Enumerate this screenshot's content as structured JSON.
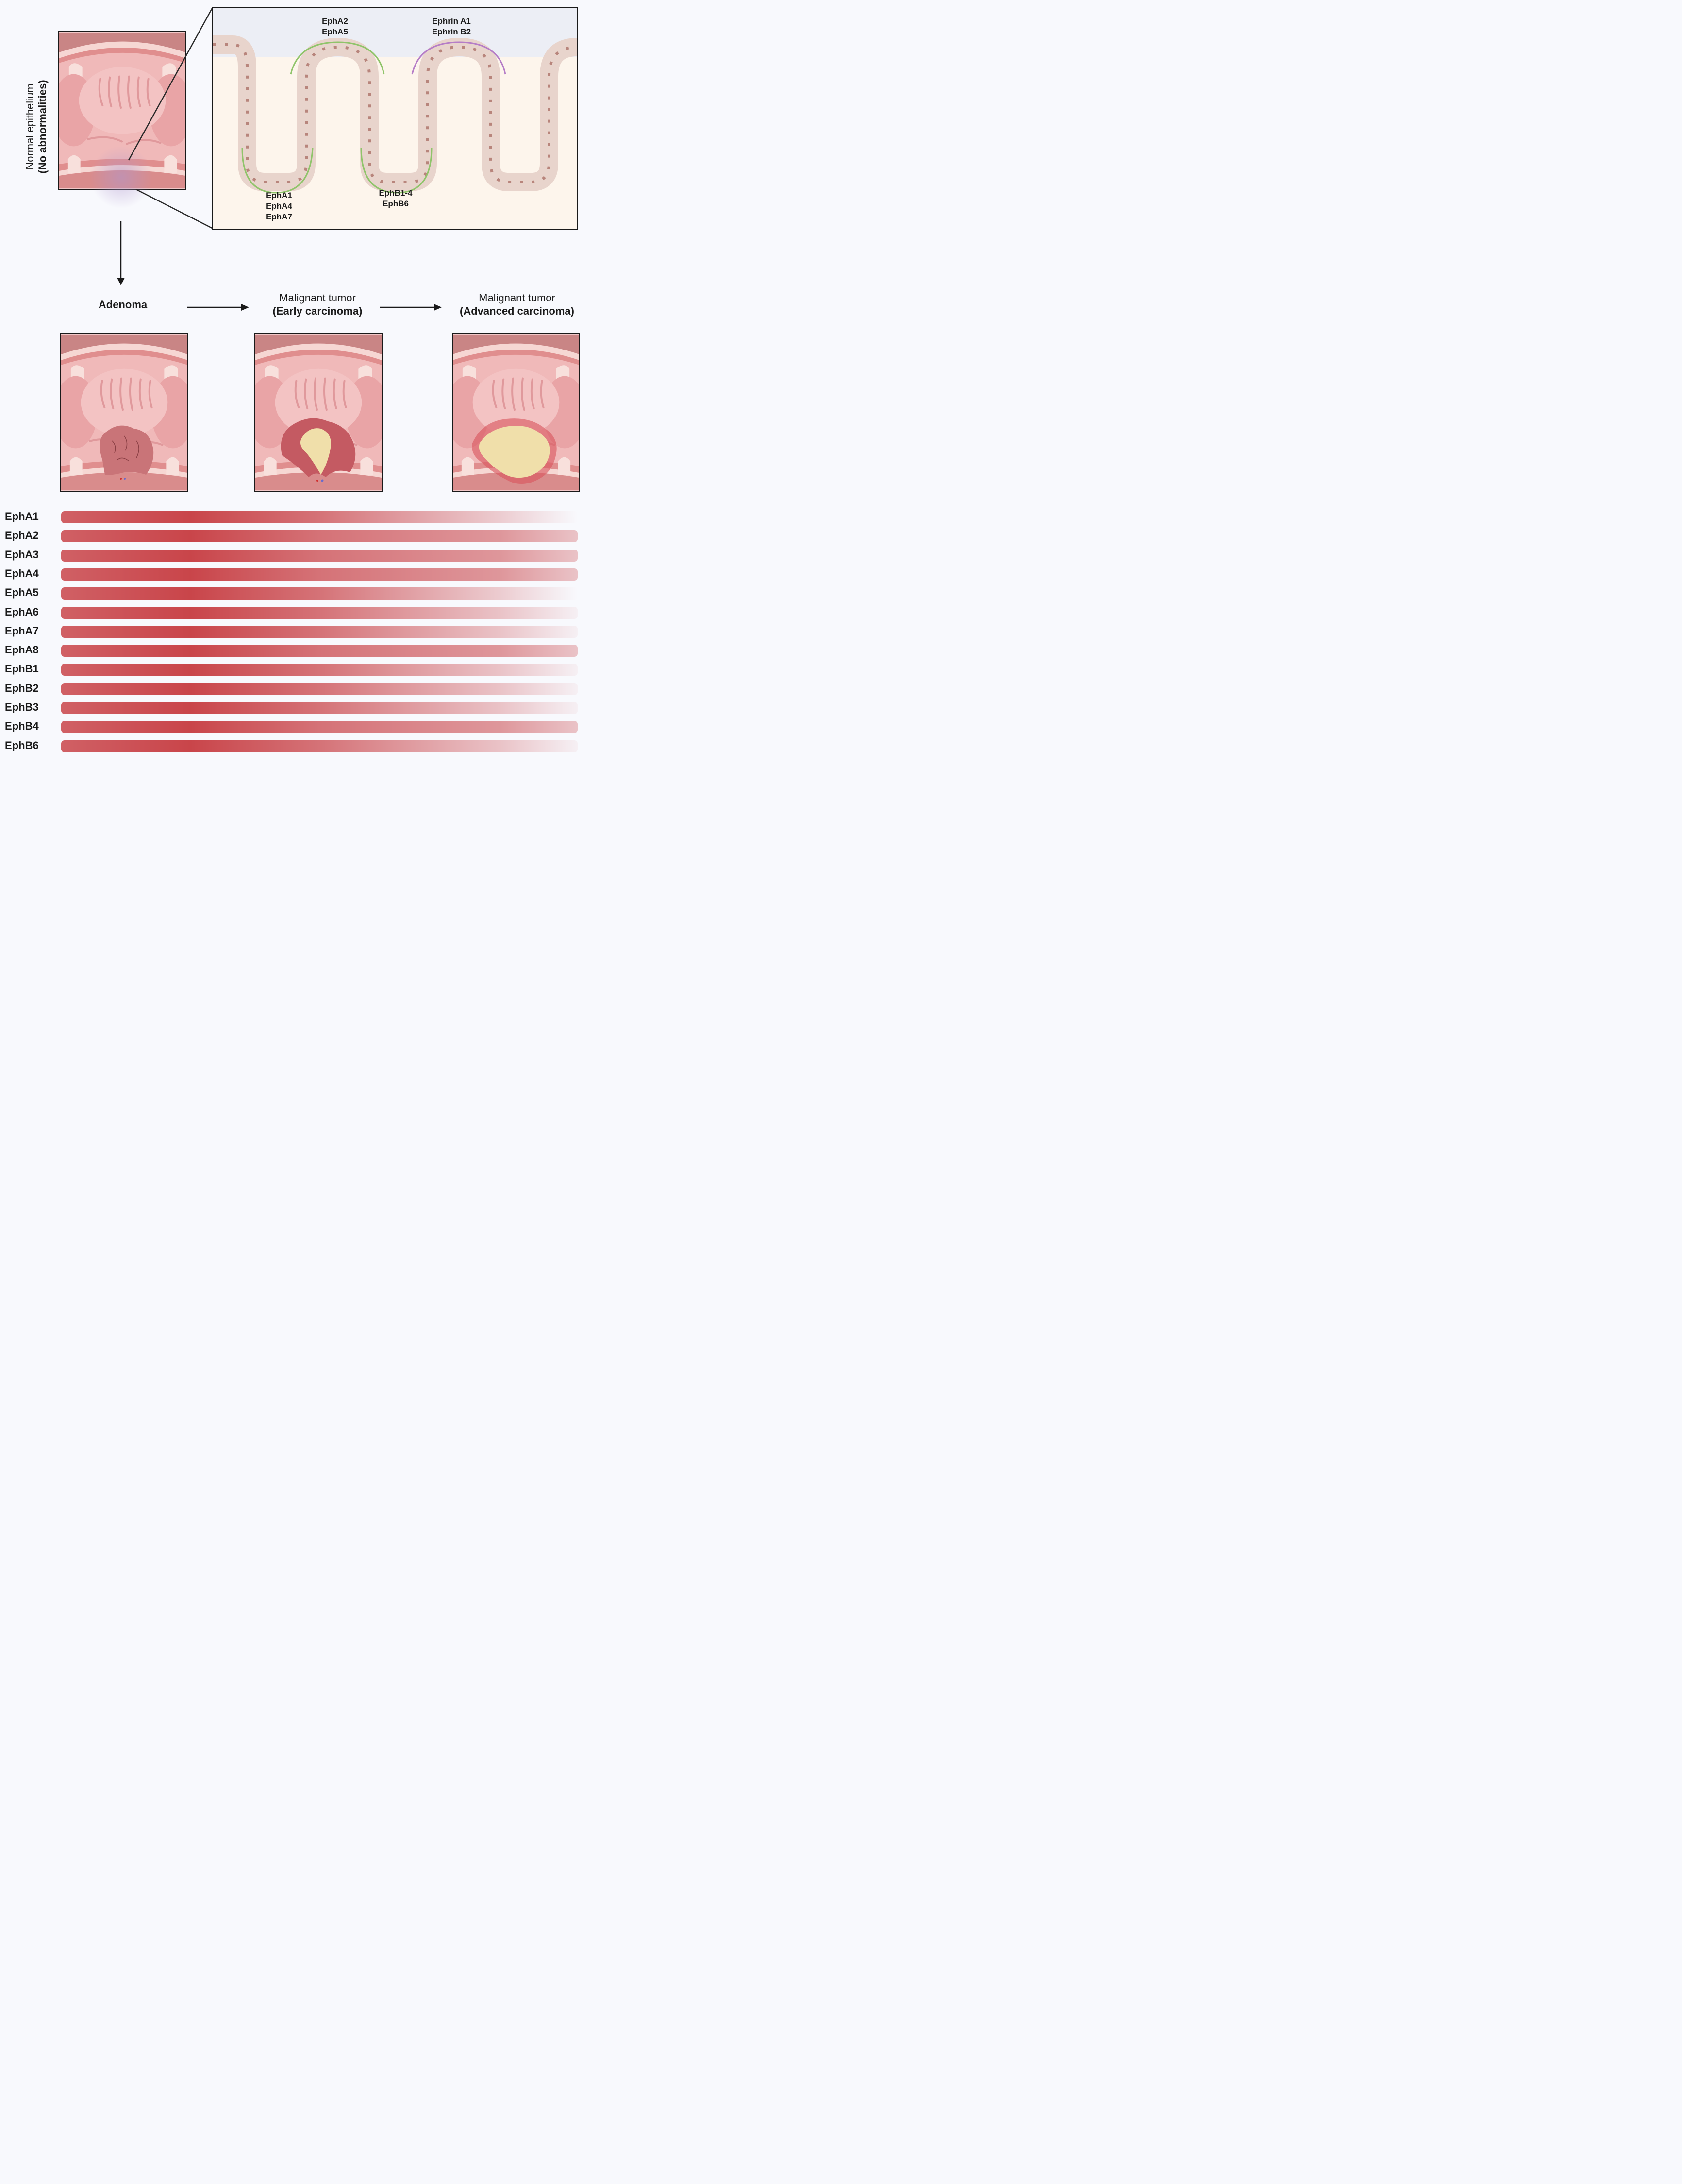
{
  "top_panel": {
    "label_main": "Normal epithelium",
    "label_sub": "(No abnormalities)"
  },
  "inset": {
    "markers_top_left": "EphA2\nEphA5",
    "markers_top_right": "Ephrin A1\nEphrin B2",
    "markers_bottom_left": "EphA1\nEphA4\nEphA7",
    "markers_bottom_mid": "EphB1-4\nEphB6",
    "colors": {
      "eph_arc": "#8fc46a",
      "ephrin_arc": "#b57dc7",
      "cell": "#e8d4cc",
      "nucleus": "#b8857c"
    }
  },
  "stages": [
    {
      "label": "Adenoma",
      "sub": ""
    },
    {
      "label": "Malignant tumor",
      "sub": "(Early carcinoma)"
    },
    {
      "label": "Malignant tumor",
      "sub": "(Advanced carcinoma)"
    }
  ],
  "expression": {
    "accent": "#c9454a",
    "genes": [
      {
        "name": "EphA1",
        "end_level": 0.0
      },
      {
        "name": "EphA2",
        "end_level": 0.3
      },
      {
        "name": "EphA3",
        "end_level": 0.3
      },
      {
        "name": "EphA4",
        "end_level": 0.3
      },
      {
        "name": "EphA5",
        "end_level": 0.0
      },
      {
        "name": "EphA6",
        "end_level": 0.05
      },
      {
        "name": "EphA7",
        "end_level": 0.05
      },
      {
        "name": "EphA8",
        "end_level": 0.3
      },
      {
        "name": "EphB1",
        "end_level": 0.05
      },
      {
        "name": "EphB2",
        "end_level": 0.05
      },
      {
        "name": "EphB3",
        "end_level": 0.05
      },
      {
        "name": "EphB4",
        "end_level": 0.3
      },
      {
        "name": "EphB6",
        "end_level": 0.05
      }
    ]
  }
}
